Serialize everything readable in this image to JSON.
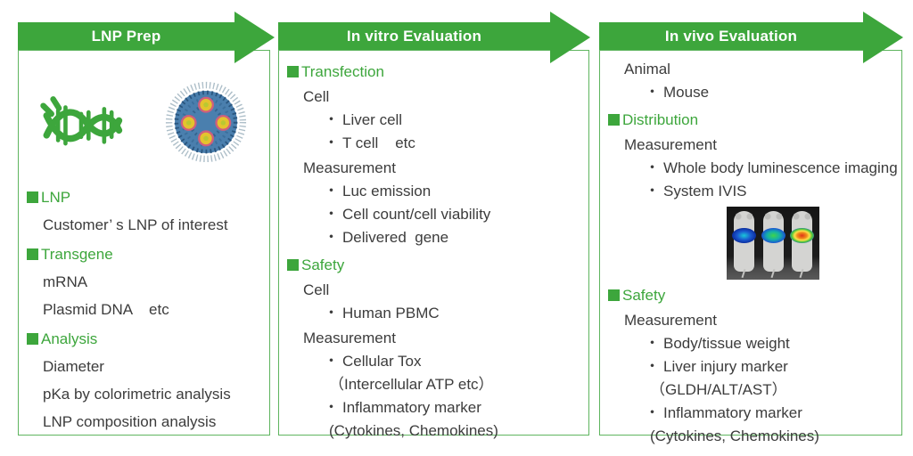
{
  "colors": {
    "accent_green": "#3da63c",
    "panel_border_green": "#5fb55f",
    "header_text": "#ffffff",
    "body_text": "#3c3c3c"
  },
  "columns": [
    {
      "title": "LNP Prep",
      "items": [
        {
          "t": "gfx",
          "icons": [
            {
              "name": "dna-icon"
            },
            {
              "name": "lnp-particle-icon"
            }
          ]
        },
        {
          "t": "sec",
          "text": "LNP"
        },
        {
          "t": "l1",
          "text": "Customer’ s LNP of interest"
        },
        {
          "t": "sec",
          "text": "Transgene"
        },
        {
          "t": "l1",
          "text": "mRNA"
        },
        {
          "t": "l1",
          "text": "Plasmid DNA    etc"
        },
        {
          "t": "sec",
          "text": "Analysis"
        },
        {
          "t": "l1",
          "text": "Diameter"
        },
        {
          "t": "l1",
          "text": "pKa by colorimetric analysis"
        },
        {
          "t": "l1",
          "text": "LNP composition analysis"
        }
      ]
    },
    {
      "title": "In vitro Evaluation",
      "items": [
        {
          "t": "sec",
          "text": "Transfection"
        },
        {
          "t": "l1",
          "text": "Cell"
        },
        {
          "t": "b",
          "text": "Liver cell"
        },
        {
          "t": "b",
          "text": "T cell    etc"
        },
        {
          "t": "l1",
          "text": "Measurement"
        },
        {
          "t": "b",
          "text": "Luc emission"
        },
        {
          "t": "b",
          "text": "Cell count/cell viability"
        },
        {
          "t": "b",
          "text": "Delivered  gene"
        },
        {
          "t": "sec",
          "text": "Safety"
        },
        {
          "t": "l1",
          "text": "Cell"
        },
        {
          "t": "b",
          "text": "Human PBMC"
        },
        {
          "t": "l1",
          "text": "Measurement"
        },
        {
          "t": "b",
          "text": "Cellular Tox"
        },
        {
          "t": "p",
          "text": "（Intercellular ATP etc）"
        },
        {
          "t": "b",
          "text": "Inflammatory marker"
        },
        {
          "t": "p",
          "text": "(Cytokines, Chemokines)"
        }
      ]
    },
    {
      "title": "In vivo Evaluation",
      "items": [
        {
          "t": "l1",
          "text": "Animal"
        },
        {
          "t": "b",
          "text": "Mouse"
        },
        {
          "t": "sec",
          "text": "Distribution"
        },
        {
          "t": "l1",
          "text": "Measurement"
        },
        {
          "t": "b",
          "text": "Whole body luminescence imaging"
        },
        {
          "t": "b",
          "text": "System IVIS"
        },
        {
          "t": "img",
          "name": "ivis-mouse-image"
        },
        {
          "t": "sec",
          "text": "Safety"
        },
        {
          "t": "l1",
          "text": "Measurement"
        },
        {
          "t": "b",
          "text": "Body/tissue weight"
        },
        {
          "t": "b",
          "text": "Liver injury marker"
        },
        {
          "t": "p",
          "text": "（GLDH/ALT/AST）"
        },
        {
          "t": "b",
          "text": "Inflammatory marker"
        },
        {
          "t": "p",
          "text": "(Cytokines, Chemokines)"
        }
      ]
    }
  ]
}
